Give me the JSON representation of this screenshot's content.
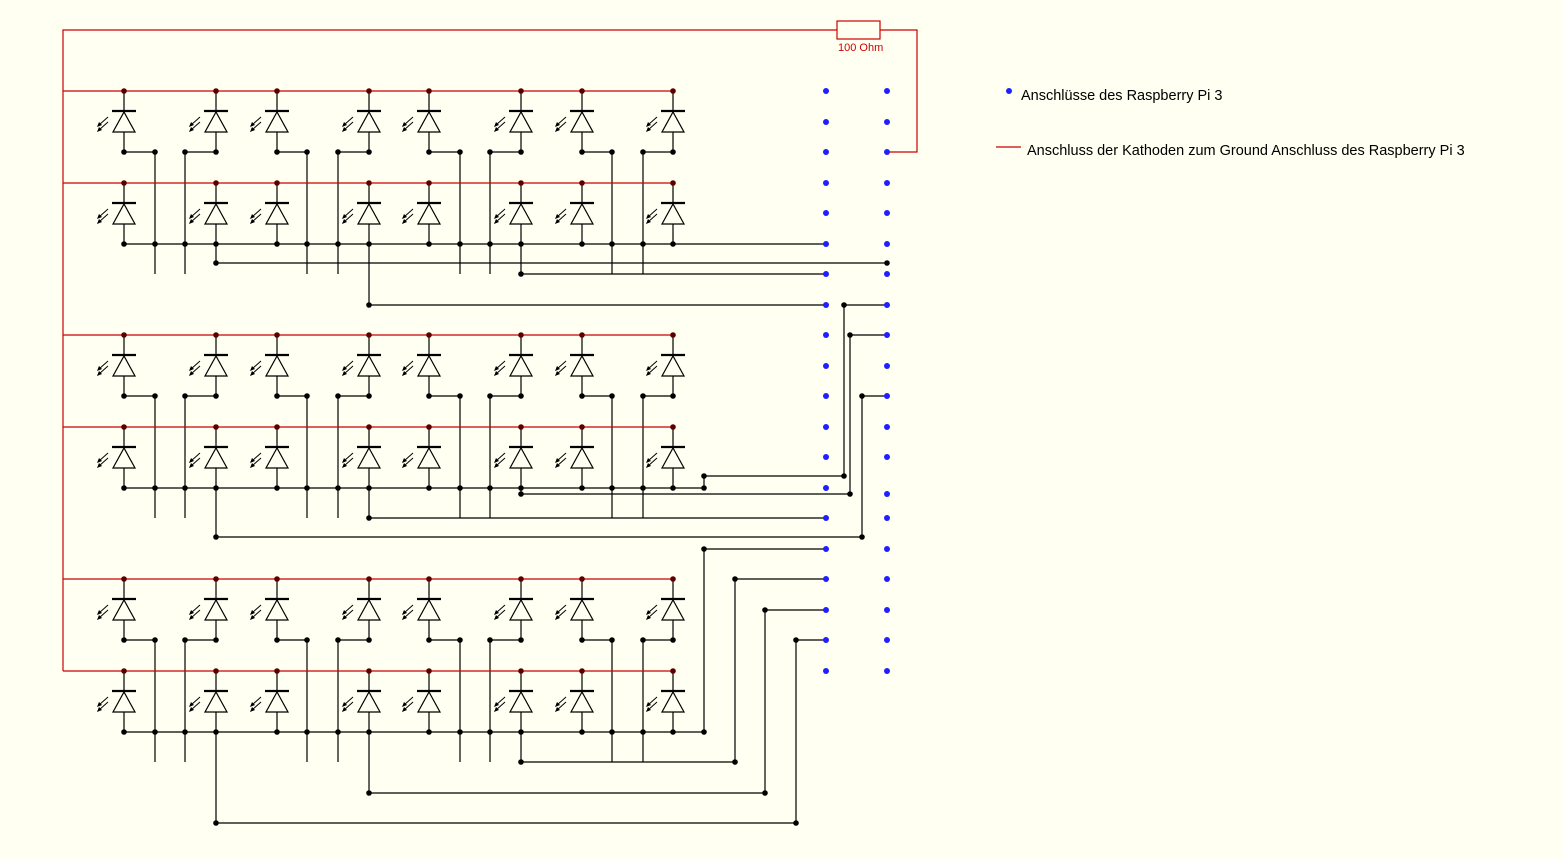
{
  "colors": {
    "background": "#fffff2",
    "ground_wire": "#cc0000",
    "signal_wire": "#000000",
    "pi_pin": "#1f1fff",
    "junction_black": "#000000",
    "junction_dark_red": "#5a0000"
  },
  "resistor": {
    "label": "100 Ohm"
  },
  "legend": {
    "items": [
      {
        "marker": "pi-pin-dot",
        "label": "Anschlüsse des Raspberry Pi 3"
      },
      {
        "marker": "ground-line",
        "label": "Anschluss der Kathoden zum Ground Anschluss des Raspberry Pi 3"
      }
    ]
  },
  "led_matrix": {
    "layers": 3,
    "rows_per_layer": 2,
    "columns": 8,
    "component": "led-diode"
  },
  "raspberry_pi_header": {
    "columns": 2,
    "pins_per_column": 20
  }
}
